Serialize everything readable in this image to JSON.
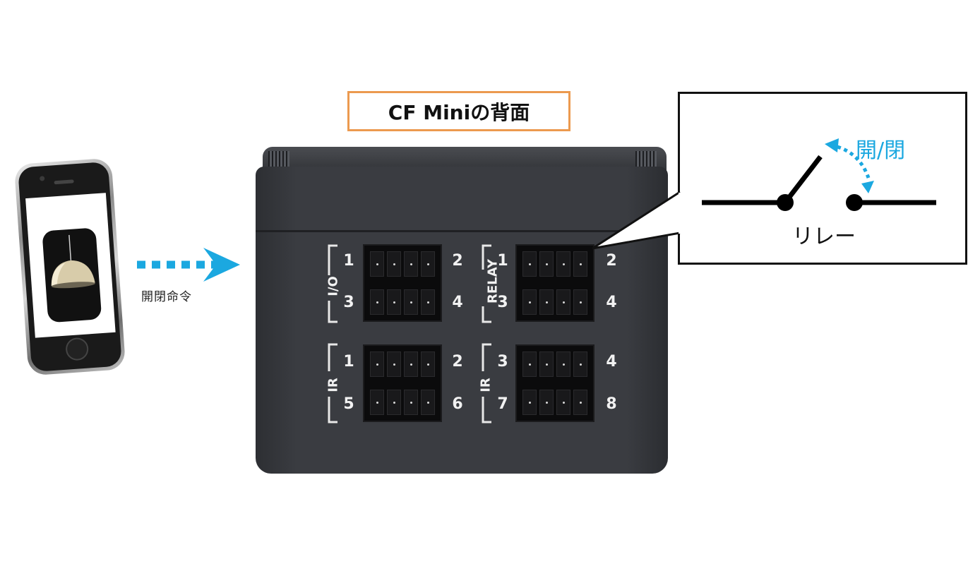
{
  "title": "CF Miniの背面",
  "command_label": "開閉命令",
  "relay": {
    "label": "リレー",
    "switch_label": "開/閉"
  },
  "ports": {
    "io": {
      "label": "I/O",
      "nums": [
        "1",
        "2",
        "3",
        "4"
      ]
    },
    "relay": {
      "label": "RELAY",
      "nums": [
        "1",
        "2",
        "3",
        "4"
      ]
    },
    "ir_a": {
      "label": "IR",
      "nums": [
        "1",
        "2",
        "5",
        "6"
      ]
    },
    "ir_b": {
      "label": "IR",
      "nums": [
        "3",
        "4",
        "7",
        "8"
      ]
    }
  },
  "colors": {
    "title_border": "#ec9a4f",
    "arrow": "#1ba8e0",
    "device": "#3a3c41"
  },
  "icons": {
    "phone": "smartphone-icon",
    "lamp": "lamp-icon",
    "arrow": "dotted-arrow-icon"
  }
}
